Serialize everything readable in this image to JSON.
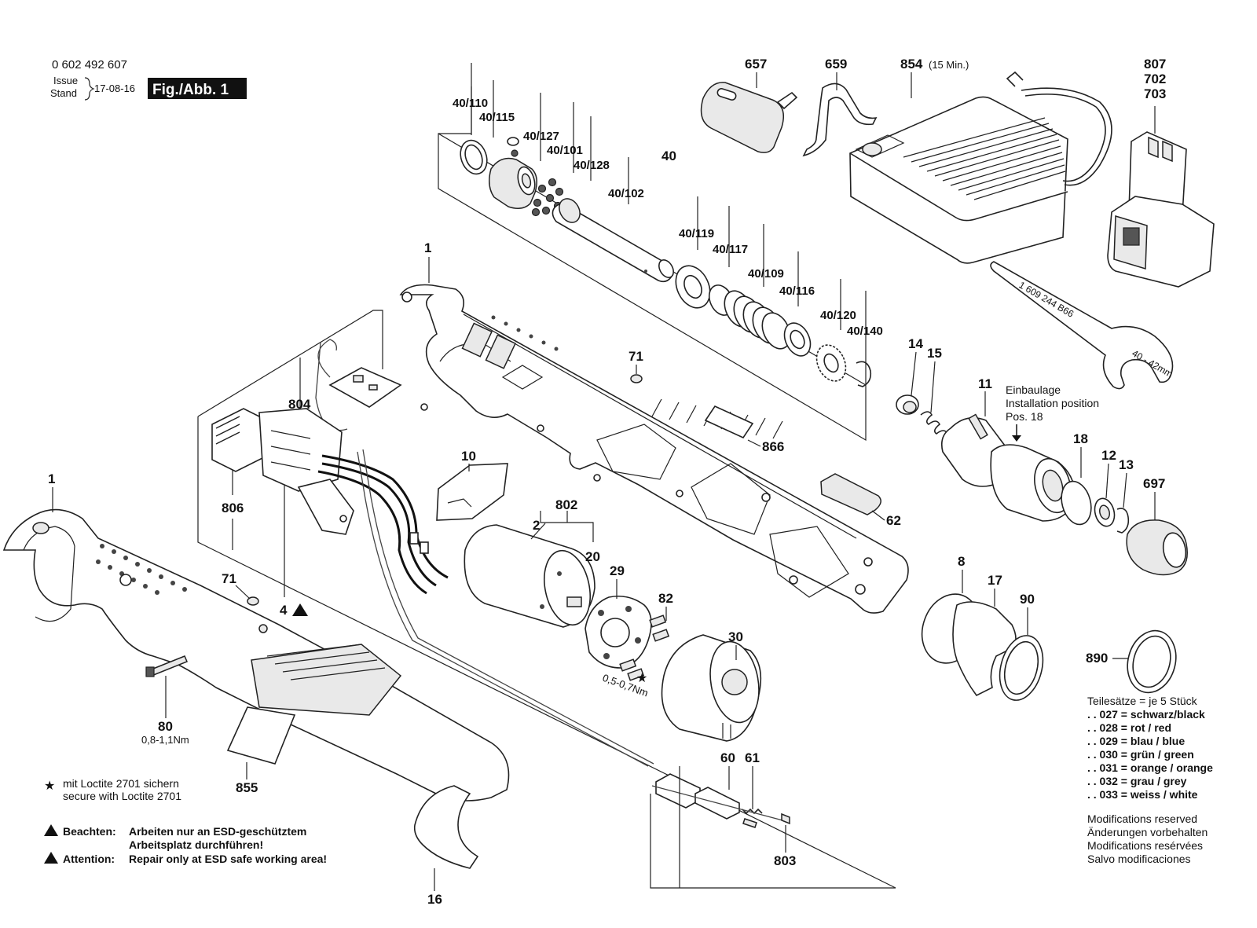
{
  "header": {
    "doc_number": "0 602 492 607",
    "issue_label": "Issue",
    "stand_label": "Stand",
    "issue_date": "17-08-16",
    "figure_label": "Fig./Abb. 1"
  },
  "part_labels": {
    "p657": "657",
    "p659": "659",
    "p854": "854",
    "p854_note": "(15 Min.)",
    "p807": "807",
    "p702": "702",
    "p703": "703",
    "p40_110": "40/110",
    "p40_115": "40/115",
    "p40_127": "40/127",
    "p40_101": "40/101",
    "p40_128": "40/128",
    "p40": "40",
    "p40_102": "40/102",
    "p40_119": "40/119",
    "p40_117": "40/117",
    "p40_109": "40/109",
    "p40_116": "40/116",
    "p40_120": "40/120",
    "p40_140": "40/140",
    "p1_top": "1",
    "p1_left": "1",
    "p71_top": "71",
    "p71_left": "71",
    "p804": "804",
    "p806": "806",
    "p4": "4",
    "p10": "10",
    "p802": "802",
    "p2": "2",
    "p20": "20",
    "p29": "29",
    "p82": "82",
    "p30": "30",
    "p866": "866",
    "p62": "62",
    "p14": "14",
    "p15": "15",
    "p11": "11",
    "p18": "18",
    "p12": "12",
    "p13": "13",
    "p697": "697",
    "p8": "8",
    "p17": "17",
    "p90": "90",
    "p890": "890",
    "p80": "80",
    "p855": "855",
    "p60": "60",
    "p61": "61",
    "p803": "803",
    "p16": "16"
  },
  "torque_labels": {
    "t80": "0,8-1,1Nm",
    "t82": "0,5-0,7Nm"
  },
  "wrench_text": {
    "part_no": "1 609 244 B66",
    "range": "40 - 42mm"
  },
  "installation_note": [
    "Einbaulage",
    "Installation position",
    "Pos. 18"
  ],
  "color_sets": {
    "heading": "Teilesätze = je 5 Stück",
    "items": [
      ". . 027 = schwarz/black",
      ". . 028 = rot / red",
      ". . 029 = blau / blue",
      ". . 030 = grün / green",
      ". . 031 = orange / orange",
      ". . 032 = grau / grey",
      ". . 033 = weiss / white"
    ]
  },
  "modifications": [
    "Modifications reserved",
    "Änderungen vorbehalten",
    "Modifications resérvées",
    "Salvo modificaciones"
  ],
  "loctite_note": [
    "mit Loctite 2701 sichern",
    "secure with Loctite 2701"
  ],
  "esd_warning": {
    "beachten_label": "Beachten:",
    "beachten_text_1": "Arbeiten nur an ESD-geschütztem",
    "beachten_text_2": "Arbeitsplatz durchführen!",
    "attention_label": "Attention:",
    "attention_text": "Repair only at ESD safe working area!"
  }
}
